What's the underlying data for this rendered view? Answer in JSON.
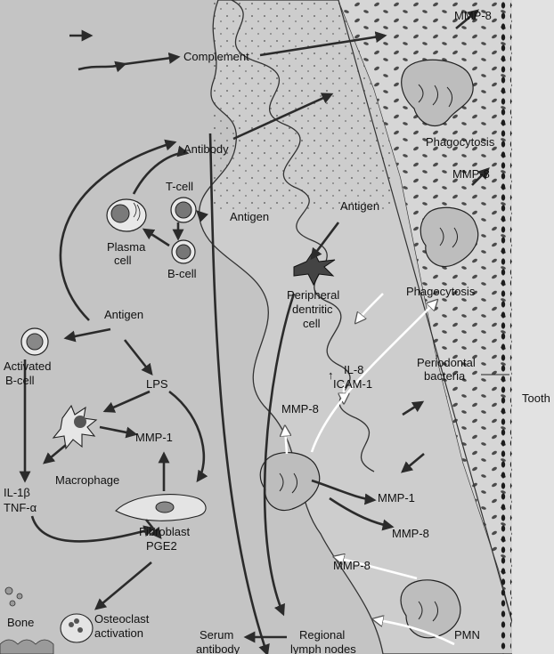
{
  "colors": {
    "page_background": "#bdbdbd",
    "tissue_background": "#c6c6c6",
    "tooth_surface": "#d8d8d8",
    "epithelium_fill": "#cfcfcf",
    "text_page_left": "#8e8e8e",
    "arrow_dark": "#2b2b2b",
    "arrow_open": "#ffffff"
  },
  "labels": {
    "complement": "Complement",
    "mmp8_top": "MMP-8",
    "phagocytosis_top": "Phagocytosis",
    "mmp8_mid": "MMP-8",
    "antibody": "Antibody",
    "t_cell": "T-cell",
    "antigen_mid": "Antigen",
    "antigen_top": "Antigen",
    "plasma_cell": "Plasma\ncell",
    "b_cell": "B-cell",
    "peripheral_dendritic_cell": "Peripheral\ndentritic\ncell",
    "phagocytosis_mid": "Phagocytosis",
    "antigen_left": "Antigen",
    "activated_b_cell": "Activated\nB-cell",
    "il8": "IL-8",
    "icam1": "ICAM-1",
    "periodontal_bacteria": "Periodontal\nbacteria",
    "tooth": "Tooth",
    "lps": "LPS",
    "mmp8_left": "MMP-8",
    "mmp1_left": "MMP-1",
    "macrophage": "Macrophage",
    "il1b": "IL-1β",
    "tnfa": "TNF-α",
    "mmp1_right": "MMP-1",
    "mmp8_lower": "MMP-8",
    "mmp8_bottom": "MMP-8",
    "fibroblast": "Fibroblast",
    "pge2": "PGE2",
    "osteoclast_activation": "Osteoclast\nactivation",
    "bone": "Bone",
    "serum_antibody": "Serum\nantibody",
    "regional_lymph_nodes": "Regional\nlymph nodes",
    "pmn": "PMN"
  },
  "icons": [
    "plasma-cell-icon",
    "t-cell-icon",
    "b-cell-icon",
    "activated-b-cell-icon",
    "macrophage-icon",
    "fibroblast-icon",
    "osteoclast-icon",
    "dendritic-cell-icon",
    "pmn-icon",
    "bacteria-icon"
  ]
}
